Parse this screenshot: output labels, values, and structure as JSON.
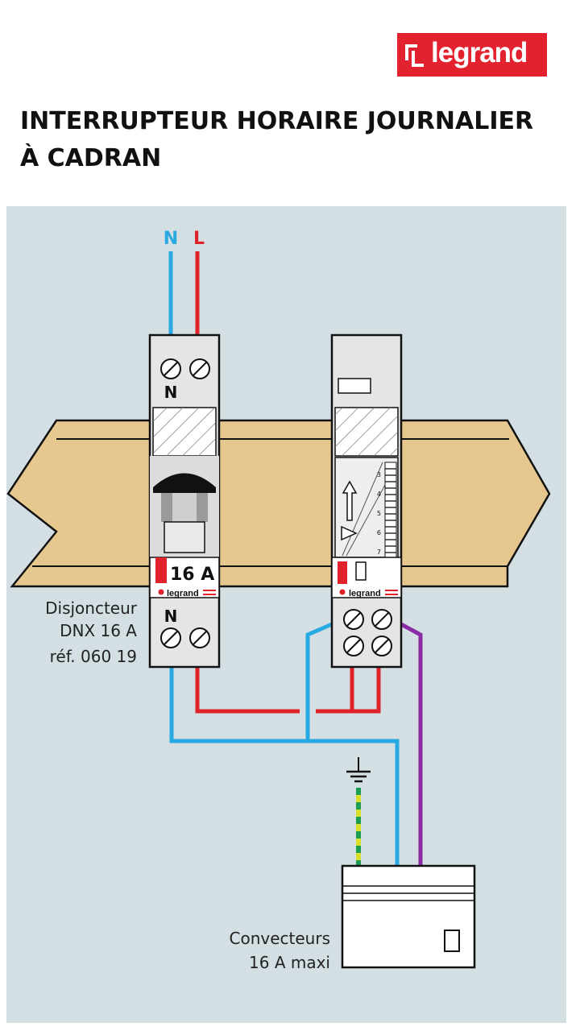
{
  "brand": {
    "logo_text": "legrand",
    "color": "#e2222f"
  },
  "title": {
    "line1": "INTERRUPTEUR HORAIRE JOURNALIER",
    "line2": "À CADRAN"
  },
  "diagram": {
    "background": "#d3dfe3",
    "wires": {
      "neutral_label": "N",
      "live_label": "L",
      "neutral_color": "#27a9e1",
      "live_color": "#e0222a",
      "load_color": "#8a2aa5",
      "earth_color": "#d8df2a",
      "earth_stripe": "#1d9d4f"
    },
    "breaker": {
      "top_terminal_label": "N",
      "bottom_terminal_label": "N",
      "rating_label": "16 A",
      "brand_label": "legrand",
      "caption_line1": "Disjoncteur",
      "caption_line2": "DNX 16 A",
      "caption_line3": "réf. 060 19"
    },
    "timer": {
      "brand_label": "legrand",
      "dial_numbers": [
        "3",
        "4",
        "5",
        "6",
        "7"
      ]
    },
    "load": {
      "caption_line1": "Convecteurs",
      "caption_line2": "16 A maxi"
    }
  }
}
